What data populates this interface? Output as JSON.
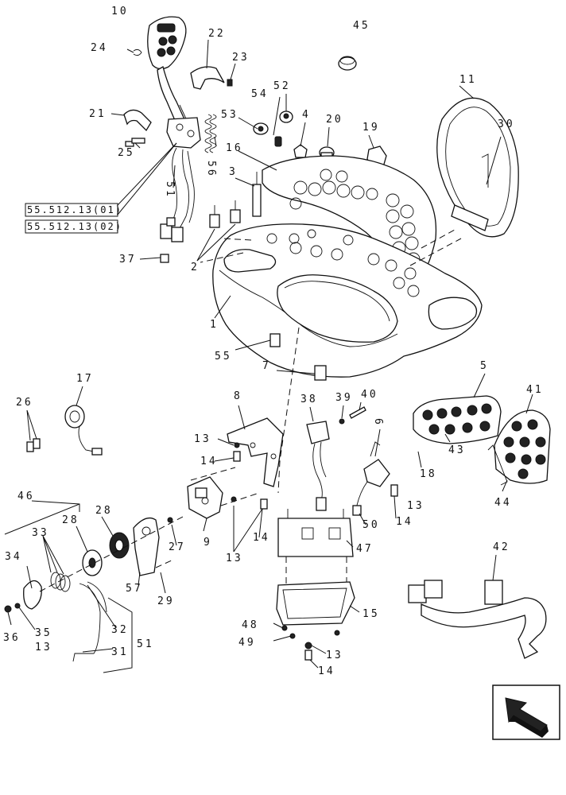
{
  "labels": {
    "n10": "10",
    "n24": "24",
    "n22": "22",
    "n23": "23",
    "n45": "45",
    "n11": "11",
    "n21": "21",
    "n54": "54",
    "n52": "52",
    "n53": "53",
    "n4": "4",
    "n20": "20",
    "n19": "19",
    "n30": "30",
    "n25": "25",
    "n56": "56",
    "n16": "16",
    "n3": "3",
    "n51a": "51",
    "n37": "37",
    "n2": "2",
    "n1": "1",
    "n55": "55",
    "n7": "7",
    "n17": "17",
    "n26": "26",
    "n8": "8",
    "n38": "38",
    "n39": "39",
    "n40": "40",
    "n5": "5",
    "n41": "41",
    "n6": "6",
    "n13a": "13",
    "n14a": "14",
    "n43": "43",
    "n18": "18",
    "n44": "44",
    "n46": "46",
    "n28a": "28",
    "n33": "33",
    "n28b": "28",
    "n9": "9",
    "n27": "27",
    "n13b": "13",
    "n14b": "14",
    "n50": "50",
    "n13c": "13",
    "n14c": "14",
    "n47": "47",
    "n34": "34",
    "n57": "57",
    "n29": "29",
    "n42": "42",
    "n36": "36",
    "n35": "35",
    "n13d": "13",
    "n32": "32",
    "n51b": "51",
    "n31": "31",
    "n15": "15",
    "n48": "48",
    "n49": "49",
    "n13e": "13",
    "n14d": "14"
  },
  "references": {
    "ref1": "55.512.13(01)",
    "ref2": "55.512.13(02)"
  },
  "colors": {
    "ink": "#111111",
    "paper": "#ffffff"
  },
  "icons": {
    "navigation": "next-page-arrow-icon"
  }
}
